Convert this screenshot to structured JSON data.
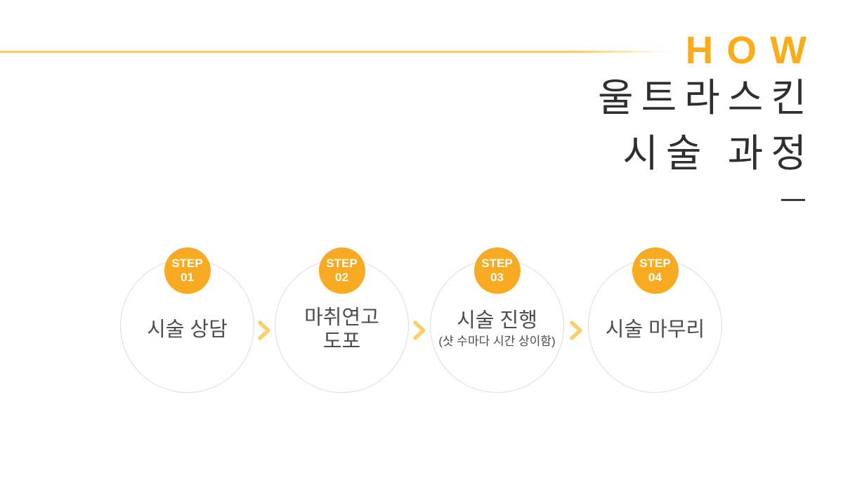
{
  "header": {
    "kicker": "HOW",
    "title_line1": "울트라스킨",
    "title_line2": "시술 과정"
  },
  "colors": {
    "kicker_orange": "#FBAD19",
    "badge_orange": "#F8AB22",
    "divider_yellow": "#F9CB71",
    "chevron_yellow": "#FAD06A",
    "title_dark": "#2F2F2F",
    "label_gray": "#4D4D4D",
    "circle_border": "#DCDCDC",
    "dash_dark": "#3A3A3A"
  },
  "steps": [
    {
      "badge_top": "STEP",
      "badge_num": "01",
      "label_line1": "시술 상담",
      "label_line2": "",
      "note": ""
    },
    {
      "badge_top": "STEP",
      "badge_num": "02",
      "label_line1": "마취연고",
      "label_line2": "도포",
      "note": ""
    },
    {
      "badge_top": "STEP",
      "badge_num": "03",
      "label_line1": "시술 진행",
      "label_line2": "",
      "note": "(샷 수마다 시간 상이함)"
    },
    {
      "badge_top": "STEP",
      "badge_num": "04",
      "label_line1": "시술 마무리",
      "label_line2": "",
      "note": ""
    }
  ]
}
